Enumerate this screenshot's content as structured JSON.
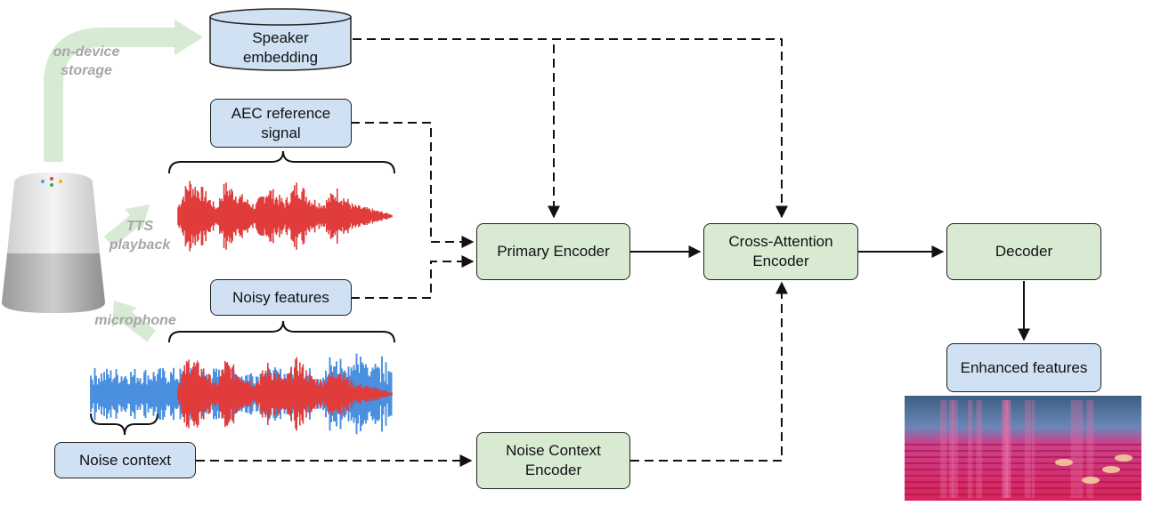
{
  "colors": {
    "input_box": "#cfe1f3",
    "model_box": "#d9ead3",
    "waveform_speech": "#e03c3c",
    "waveform_noise": "#4a8fe0",
    "flow_arrow": "#d7ead3",
    "annotation_text": "#a6a6a6"
  },
  "annotations": {
    "storage": "on-device storage",
    "tts": "TTS playback",
    "microphone": "microphone"
  },
  "inputs": {
    "speaker_embedding": "Speaker embedding",
    "aec_reference": "AEC reference signal",
    "noisy_features": "Noisy features",
    "noise_context": "Noise context"
  },
  "model": {
    "primary_encoder": "Primary Encoder",
    "cross_attention_encoder": "Cross-Attention Encoder",
    "noise_context_encoder": "Noise Context Encoder",
    "decoder": "Decoder"
  },
  "outputs": {
    "enhanced_features": "Enhanced features"
  },
  "images": {
    "device": "smart-speaker-icon",
    "spectrogram": "spectrogram-image"
  }
}
